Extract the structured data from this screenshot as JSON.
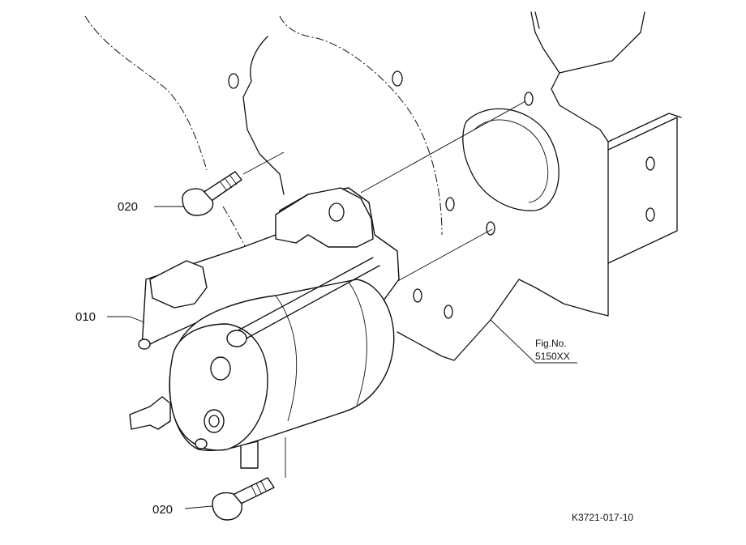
{
  "labels": {
    "bolt_top": "020",
    "starter": "010",
    "bolt_bottom": "020"
  },
  "figure_ref": {
    "line1": "Fig.No.",
    "line2": "5150XX"
  },
  "drawing_code": "K3721-017-10"
}
